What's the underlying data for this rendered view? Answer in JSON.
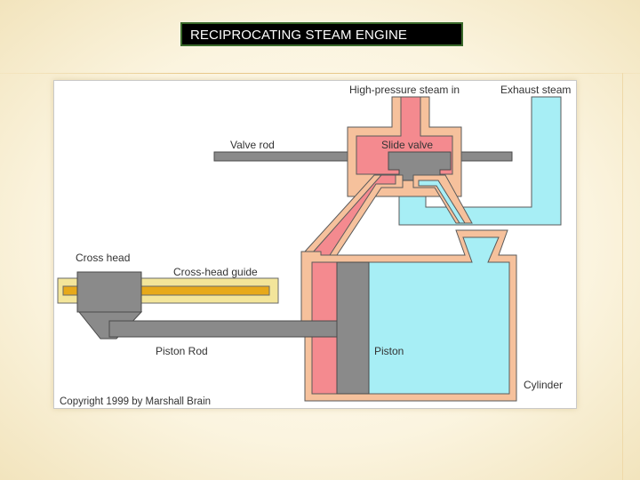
{
  "slide": {
    "title": "RECIPROCATING STEAM ENGINE"
  },
  "diagram": {
    "labels": {
      "steam_in": "High-pressure steam in",
      "exhaust": "Exhaust steam",
      "valve_rod": "Valve rod",
      "slide_valve": "Slide valve",
      "cross_head": "Cross head",
      "cross_head_guide": "Cross-head guide",
      "piston_rod": "Piston Rod",
      "piston": "Piston",
      "cylinder": "Cylinder"
    },
    "copyright": "Copyright 1999 by Marshall Brain",
    "colors": {
      "high_pressure": "#f48a8f",
      "exhaust": "#a7eef5",
      "metal": "#8a8a8a",
      "casing": "#f6c19c",
      "guide": "#f3e59a",
      "guide_slot": "#e7a91a"
    }
  }
}
